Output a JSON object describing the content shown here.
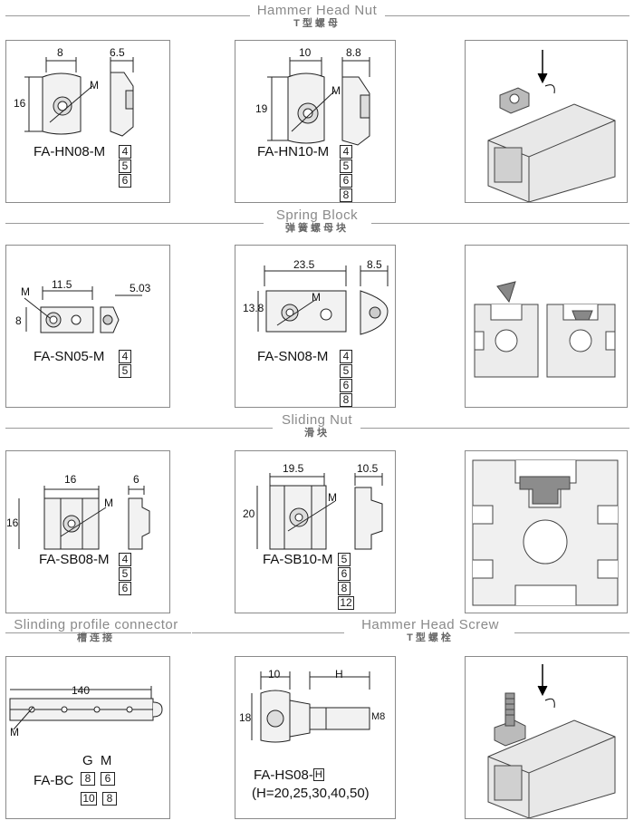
{
  "sections": {
    "hammer_head_nut": {
      "en": "Hammer Head Nut",
      "zh": "T型螺母"
    },
    "spring_block": {
      "en": "Spring Block",
      "zh": "弹簧螺母块"
    },
    "sliding_nut": {
      "en": "Sliding Nut",
      "zh": "滑块"
    },
    "connector": {
      "en": "Slinding profile connector",
      "zh": "槽连接"
    },
    "hammer_head_screw": {
      "en": "Hammer Head Screw",
      "zh": "T型螺栓"
    }
  },
  "products": {
    "hn08": {
      "code": "FA-HN08-M",
      "sizes": [
        "4",
        "5",
        "6"
      ],
      "dims": {
        "w": "8",
        "h": "16",
        "side": "6.5",
        "m": "M"
      }
    },
    "hn10": {
      "code": "FA-HN10-M",
      "sizes": [
        "4",
        "5",
        "6",
        "8"
      ],
      "dims": {
        "w": "10",
        "h": "19",
        "side": "8.8",
        "m": "M"
      }
    },
    "sn05": {
      "code": "FA-SN05-M",
      "sizes": [
        "4",
        "5"
      ],
      "dims": {
        "w": "11.5",
        "h": "8",
        "side": "5.03",
        "m": "M"
      }
    },
    "sn08": {
      "code": "FA-SN08-M",
      "sizes": [
        "4",
        "5",
        "6",
        "8"
      ],
      "dims": {
        "w": "23.5",
        "h": "13.8",
        "side": "8.5",
        "m": "M"
      }
    },
    "sb08": {
      "code": "FA-SB08-M",
      "sizes": [
        "4",
        "5",
        "6"
      ],
      "dims": {
        "w": "16",
        "h": "16",
        "side": "6",
        "m": "M"
      }
    },
    "sb10": {
      "code": "FA-SB10-M",
      "sizes": [
        "5",
        "6",
        "8",
        "12"
      ],
      "dims": {
        "w": "19.5",
        "h": "20",
        "side": "10.5",
        "m": "M"
      }
    },
    "bc": {
      "code": "FA-BC",
      "header": [
        "G",
        "M"
      ],
      "rows": [
        [
          "8",
          "6"
        ],
        [
          "10",
          "8"
        ]
      ],
      "dims": {
        "len": "140",
        "m": "M"
      }
    },
    "hs08": {
      "code": "FA-HS08-",
      "code_box": "H",
      "note": "(H=20,25,30,40,50)",
      "dims": {
        "w": "10",
        "h": "18",
        "len": "H",
        "thread": "M8"
      }
    }
  }
}
